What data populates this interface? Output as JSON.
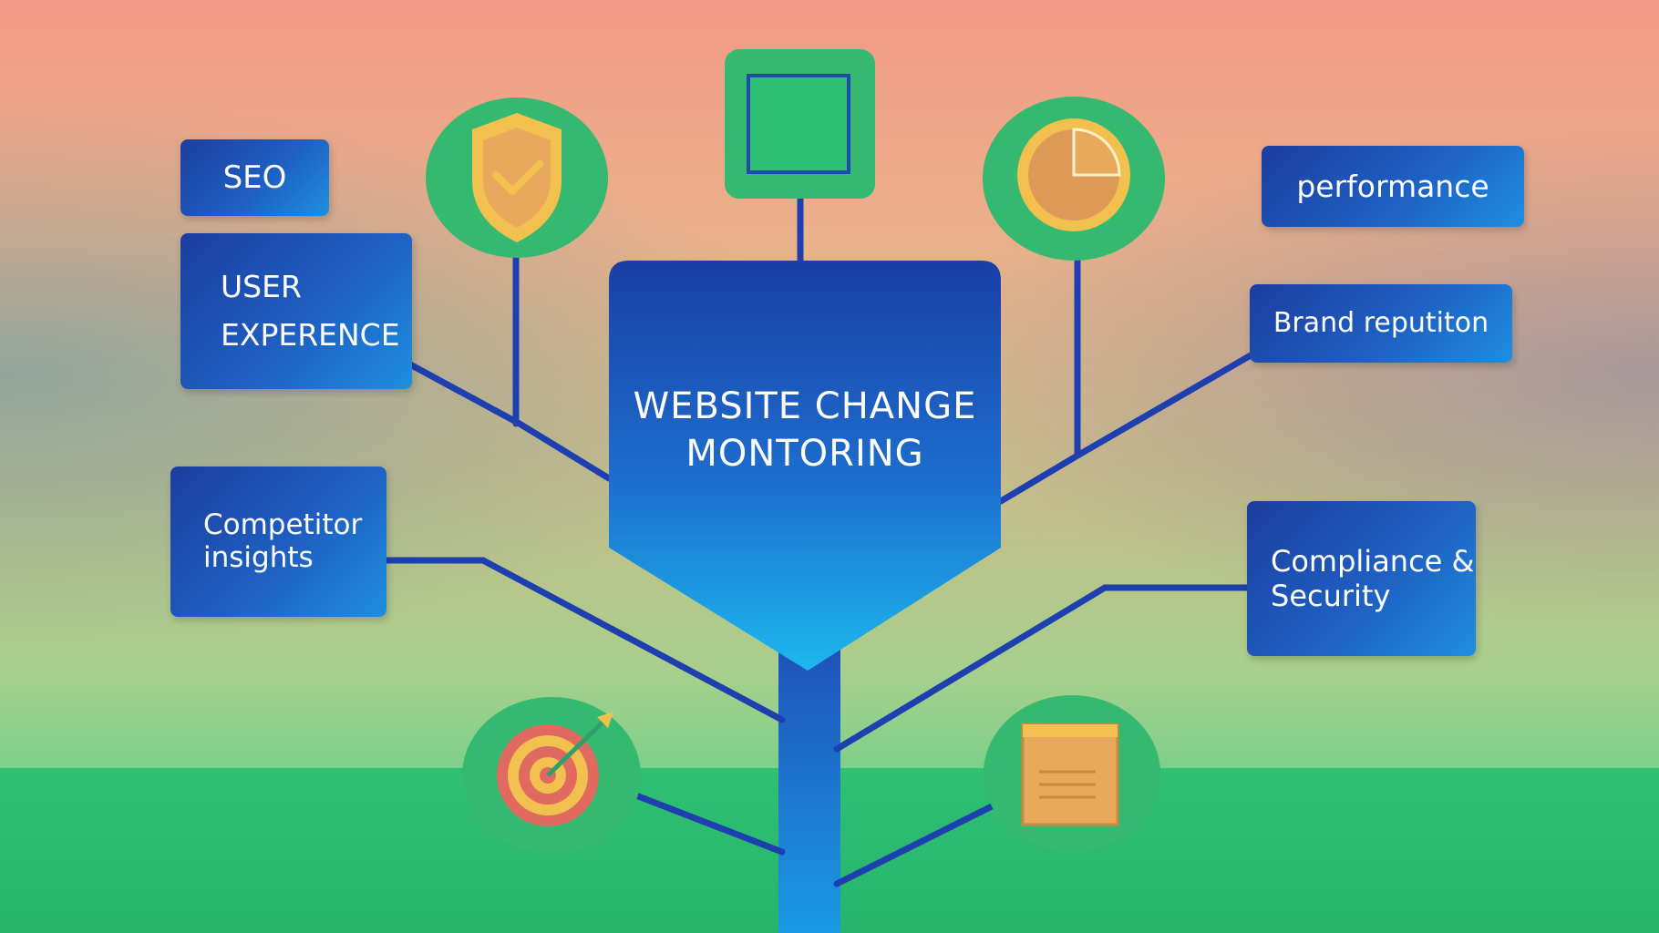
{
  "center": {
    "label": "WEBSITE CHANGE\nMONTORING"
  },
  "labels": {
    "seo": "SEO",
    "user_experience": "USER\nEXPERENCE",
    "competitor": "Competitor\ninsights",
    "performance": "performance",
    "brand": "Brand repu‌titon",
    "compliance": "Compliance &\nSecurity"
  },
  "icons": [
    "shield-check-icon",
    "square-frame-icon",
    "pie-chart-icon",
    "target-arrow-icon",
    "document-icon"
  ],
  "colors": {
    "box_blue": "#1f5fc2",
    "node_green": "#35b86f",
    "accent_gold": "#f2c04f",
    "ground_green": "#2fc073"
  }
}
